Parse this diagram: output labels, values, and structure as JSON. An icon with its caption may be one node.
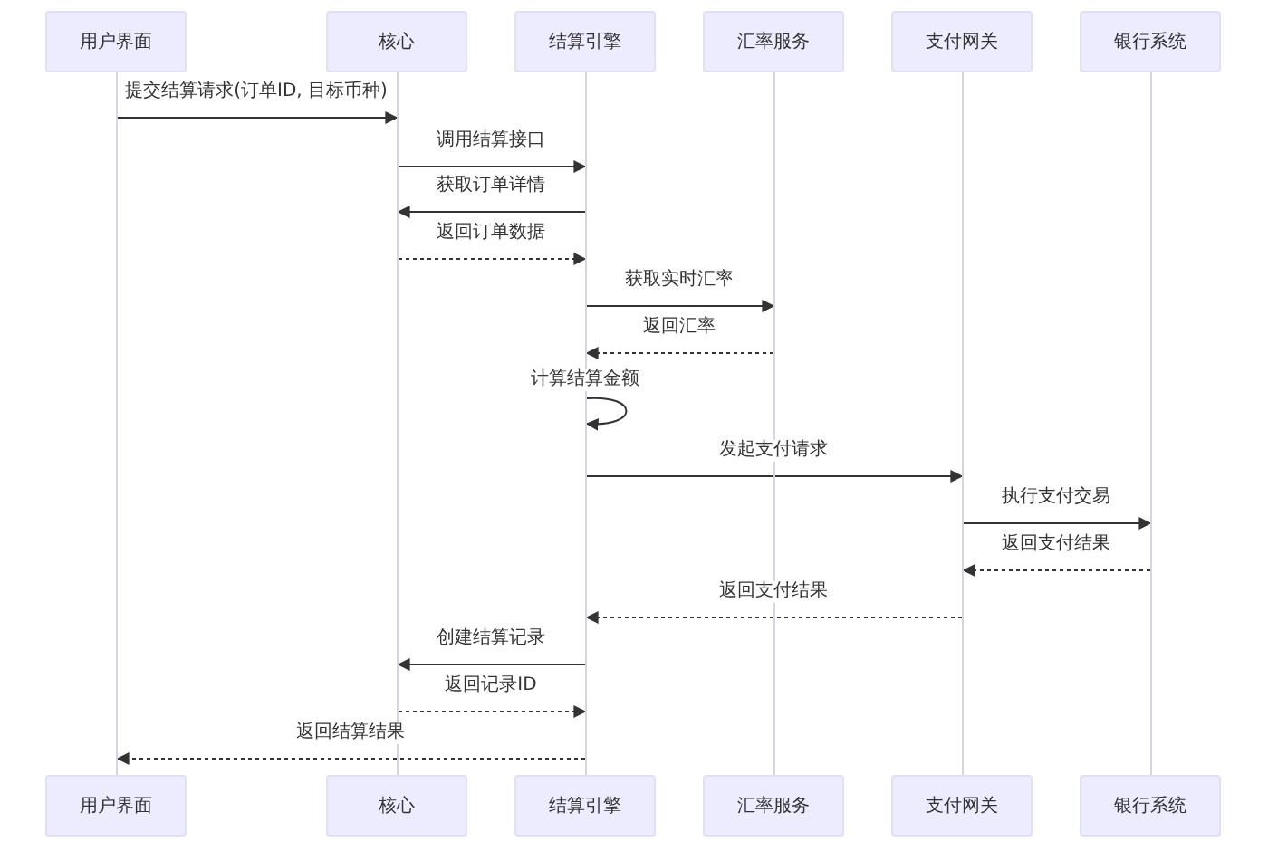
{
  "diagram": {
    "nodes": [
      {
        "text": [
          "用户界面"
        ]
      },
      {
        "text": [
          "核心"
        ]
      },
      {
        "text": [
          "结算引擎"
        ]
      },
      {
        "text": [
          "汇率服务"
        ]
      },
      {
        "text": [
          "支付网关"
        ]
      },
      {
        "text": [
          "银行系统"
        ]
      },
      {
        "text": [],
        "shape": "line"
      },
      {
        "text": [],
        "shape": "line"
      },
      {
        "text": [],
        "shape": "line"
      },
      {
        "text": [],
        "shape": "line"
      },
      {
        "text": [],
        "shape": "line"
      },
      {
        "text": [],
        "shape": "line"
      },
      {
        "text": [
          "用户界面"
        ]
      },
      {
        "text": [
          "核心"
        ]
      },
      {
        "text": [
          "结算引擎"
        ]
      },
      {
        "text": [
          "汇率服务"
        ]
      },
      {
        "text": [
          "支付网关"
        ]
      },
      {
        "text": [
          "银行系统"
        ]
      }
    ],
    "edges": [
      {
        "from": 6,
        "to": 7,
        "arrow": "to",
        "label": "提交结算请求(订单ID, 目标币种)"
      },
      {
        "from": 7,
        "to": 8,
        "arrow": "to",
        "label": "调用结算接口"
      },
      {
        "from": 8,
        "to": 7,
        "arrow": "to",
        "label": "获取订单详情"
      },
      {
        "from": 7,
        "to": 8,
        "arrow": "to",
        "label": "返回订单数据",
        "style": "dashed"
      },
      {
        "from": 8,
        "to": 9,
        "arrow": "to",
        "label": "获取实时汇率"
      },
      {
        "from": 9,
        "to": 8,
        "arrow": "to",
        "label": "返回汇率",
        "style": "dashed"
      },
      {
        "from": 8,
        "to": 8,
        "arrow": "to",
        "label": "计算结算金额"
      },
      {
        "from": 8,
        "to": 10,
        "arrow": "to",
        "label": "发起支付请求"
      },
      {
        "from": 10,
        "to": 11,
        "arrow": "to",
        "label": "执行支付交易"
      },
      {
        "from": 11,
        "to": 10,
        "arrow": "to",
        "label": "返回支付结果",
        "style": "dashed"
      },
      {
        "from": 10,
        "to": 8,
        "arrow": "to",
        "label": "返回支付结果",
        "style": "dashed"
      },
      {
        "from": 8,
        "to": 7,
        "arrow": "to",
        "label": "创建结算记录"
      },
      {
        "from": 7,
        "to": 8,
        "arrow": "to",
        "label": "返回记录ID",
        "style": "dashed"
      },
      {
        "from": 8,
        "to": 6,
        "arrow": "to",
        "label": "返回结算结果",
        "style": "dashed"
      }
    ]
  }
}
